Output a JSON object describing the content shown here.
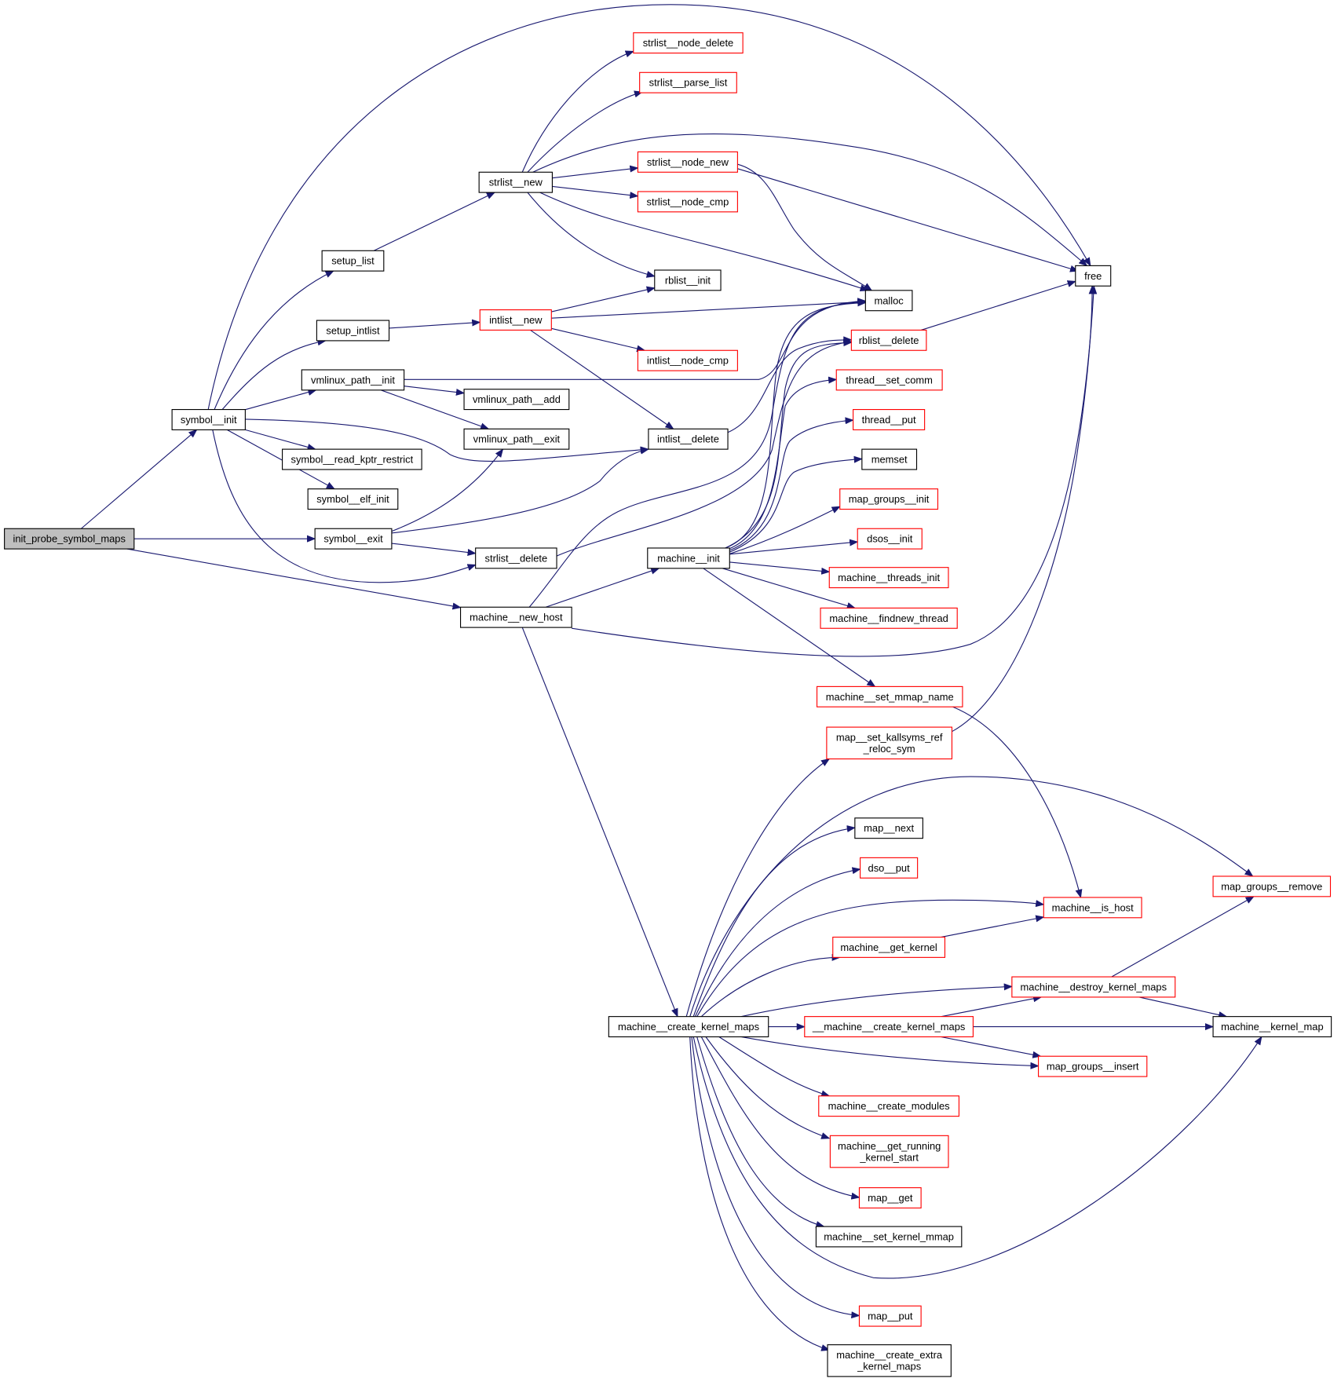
{
  "title": "init_probe_symbol_maps call graph",
  "colors": {
    "edge": "#191970",
    "internal_border": "#000000",
    "external_border": "#ff0000",
    "root_fill": "#bfbfbf"
  },
  "nodes": [
    {
      "id": "init_probe_symbol_maps",
      "label": [
        "init_probe_symbol_maps"
      ],
      "kind": "root"
    },
    {
      "id": "symbol__init",
      "label": [
        "symbol__init"
      ],
      "kind": "internal"
    },
    {
      "id": "setup_list",
      "label": [
        "setup_list"
      ],
      "kind": "internal"
    },
    {
      "id": "setup_intlist",
      "label": [
        "setup_intlist"
      ],
      "kind": "internal"
    },
    {
      "id": "vmlinux_path__init",
      "label": [
        "vmlinux_path__init"
      ],
      "kind": "internal"
    },
    {
      "id": "symbol__read_kptr_restrict",
      "label": [
        "symbol__read_kptr_restrict"
      ],
      "kind": "internal"
    },
    {
      "id": "symbol__elf_init",
      "label": [
        "symbol__elf_init"
      ],
      "kind": "internal"
    },
    {
      "id": "symbol__exit",
      "label": [
        "symbol__exit"
      ],
      "kind": "internal"
    },
    {
      "id": "machine__new_host",
      "label": [
        "machine__new_host"
      ],
      "kind": "internal"
    },
    {
      "id": "strlist__new",
      "label": [
        "strlist__new"
      ],
      "kind": "internal"
    },
    {
      "id": "intlist__new",
      "label": [
        "intlist__new"
      ],
      "kind": "external"
    },
    {
      "id": "vmlinux_path__add",
      "label": [
        "vmlinux_path__add"
      ],
      "kind": "internal"
    },
    {
      "id": "vmlinux_path__exit",
      "label": [
        "vmlinux_path__exit"
      ],
      "kind": "internal"
    },
    {
      "id": "strlist__delete",
      "label": [
        "strlist__delete"
      ],
      "kind": "internal"
    },
    {
      "id": "strlist__node_delete",
      "label": [
        "strlist__node_delete"
      ],
      "kind": "external"
    },
    {
      "id": "strlist__parse_list",
      "label": [
        "strlist__parse_list"
      ],
      "kind": "external"
    },
    {
      "id": "strlist__node_new",
      "label": [
        "strlist__node_new"
      ],
      "kind": "external"
    },
    {
      "id": "strlist__node_cmp",
      "label": [
        "strlist__node_cmp"
      ],
      "kind": "external"
    },
    {
      "id": "rblist__init",
      "label": [
        "rblist__init"
      ],
      "kind": "internal"
    },
    {
      "id": "intlist__node_cmp",
      "label": [
        "intlist__node_cmp"
      ],
      "kind": "external"
    },
    {
      "id": "intlist__delete",
      "label": [
        "intlist__delete"
      ],
      "kind": "internal"
    },
    {
      "id": "machine__init",
      "label": [
        "machine__init"
      ],
      "kind": "internal"
    },
    {
      "id": "machine__create_kernel_maps",
      "label": [
        "machine__create_kernel_maps"
      ],
      "kind": "internal"
    },
    {
      "id": "free",
      "label": [
        "free"
      ],
      "kind": "internal"
    },
    {
      "id": "malloc",
      "label": [
        "malloc"
      ],
      "kind": "internal"
    },
    {
      "id": "rblist__delete",
      "label": [
        "rblist__delete"
      ],
      "kind": "external"
    },
    {
      "id": "thread__set_comm",
      "label": [
        "thread__set_comm"
      ],
      "kind": "external"
    },
    {
      "id": "thread__put",
      "label": [
        "thread__put"
      ],
      "kind": "external"
    },
    {
      "id": "memset",
      "label": [
        "memset"
      ],
      "kind": "internal"
    },
    {
      "id": "map_groups__init",
      "label": [
        "map_groups__init"
      ],
      "kind": "external"
    },
    {
      "id": "dsos__init",
      "label": [
        "dsos__init"
      ],
      "kind": "external"
    },
    {
      "id": "machine__threads_init",
      "label": [
        "machine__threads_init"
      ],
      "kind": "external"
    },
    {
      "id": "machine__findnew_thread",
      "label": [
        "machine__findnew_thread"
      ],
      "kind": "external"
    },
    {
      "id": "machine__set_mmap_name",
      "label": [
        "machine__set_mmap_name"
      ],
      "kind": "external"
    },
    {
      "id": "map__set_kallsyms_ref_reloc_sym",
      "label": [
        "map__set_kallsyms_ref",
        "_reloc_sym"
      ],
      "kind": "external"
    },
    {
      "id": "map__next",
      "label": [
        "map__next"
      ],
      "kind": "internal"
    },
    {
      "id": "dso__put",
      "label": [
        "dso__put"
      ],
      "kind": "external"
    },
    {
      "id": "machine__is_host",
      "label": [
        "machine__is_host"
      ],
      "kind": "external"
    },
    {
      "id": "machine__get_kernel",
      "label": [
        "machine__get_kernel"
      ],
      "kind": "external"
    },
    {
      "id": "machine__destroy_kernel_maps",
      "label": [
        "machine__destroy_kernel_maps"
      ],
      "kind": "external"
    },
    {
      "id": "__machine__create_kernel_maps",
      "label": [
        "__machine__create_kernel_maps"
      ],
      "kind": "external"
    },
    {
      "id": "map_groups__insert",
      "label": [
        "map_groups__insert"
      ],
      "kind": "external"
    },
    {
      "id": "map_groups__remove",
      "label": [
        "map_groups__remove"
      ],
      "kind": "external"
    },
    {
      "id": "machine__kernel_map",
      "label": [
        "machine__kernel_map"
      ],
      "kind": "internal"
    },
    {
      "id": "machine__create_modules",
      "label": [
        "machine__create_modules"
      ],
      "kind": "external"
    },
    {
      "id": "machine__get_running_kernel_start",
      "label": [
        "machine__get_running",
        "_kernel_start"
      ],
      "kind": "external"
    },
    {
      "id": "map__get",
      "label": [
        "map__get"
      ],
      "kind": "external"
    },
    {
      "id": "machine__set_kernel_mmap",
      "label": [
        "machine__set_kernel_mmap"
      ],
      "kind": "internal"
    },
    {
      "id": "map__put",
      "label": [
        "map__put"
      ],
      "kind": "external"
    },
    {
      "id": "machine__create_extra_kernel_maps",
      "label": [
        "machine__create_extra",
        "_kernel_maps"
      ],
      "kind": "internal"
    }
  ],
  "edges": [
    [
      "init_probe_symbol_maps",
      "symbol__init"
    ],
    [
      "init_probe_symbol_maps",
      "symbol__exit"
    ],
    [
      "init_probe_symbol_maps",
      "machine__new_host"
    ],
    [
      "symbol__init",
      "free"
    ],
    [
      "symbol__init",
      "setup_list"
    ],
    [
      "symbol__init",
      "setup_intlist"
    ],
    [
      "symbol__init",
      "vmlinux_path__init"
    ],
    [
      "symbol__init",
      "intlist__delete"
    ],
    [
      "symbol__init",
      "symbol__read_kptr_restrict"
    ],
    [
      "symbol__init",
      "symbol__elf_init"
    ],
    [
      "symbol__init",
      "strlist__delete"
    ],
    [
      "setup_list",
      "strlist__new"
    ],
    [
      "setup_intlist",
      "intlist__new"
    ],
    [
      "vmlinux_path__init",
      "malloc"
    ],
    [
      "vmlinux_path__init",
      "vmlinux_path__add"
    ],
    [
      "vmlinux_path__init",
      "vmlinux_path__exit"
    ],
    [
      "symbol__exit",
      "vmlinux_path__exit"
    ],
    [
      "symbol__exit",
      "intlist__delete"
    ],
    [
      "symbol__exit",
      "strlist__delete"
    ],
    [
      "strlist__new",
      "strlist__node_delete"
    ],
    [
      "strlist__new",
      "strlist__parse_list"
    ],
    [
      "strlist__new",
      "free"
    ],
    [
      "strlist__new",
      "strlist__node_new"
    ],
    [
      "strlist__new",
      "strlist__node_cmp"
    ],
    [
      "strlist__new",
      "rblist__init"
    ],
    [
      "strlist__new",
      "malloc"
    ],
    [
      "strlist__node_new",
      "malloc"
    ],
    [
      "strlist__node_new",
      "free"
    ],
    [
      "intlist__new",
      "rblist__init"
    ],
    [
      "intlist__new",
      "malloc"
    ],
    [
      "intlist__new",
      "intlist__node_cmp"
    ],
    [
      "intlist__new",
      "intlist__delete"
    ],
    [
      "intlist__delete",
      "rblist__delete"
    ],
    [
      "strlist__delete",
      "rblist__delete"
    ],
    [
      "rblist__delete",
      "free"
    ],
    [
      "machine__new_host",
      "malloc"
    ],
    [
      "machine__new_host",
      "machine__init"
    ],
    [
      "machine__new_host",
      "free"
    ],
    [
      "machine__new_host",
      "machine__create_kernel_maps"
    ],
    [
      "machine__init",
      "malloc"
    ],
    [
      "machine__init",
      "rblist__delete"
    ],
    [
      "machine__init",
      "thread__set_comm"
    ],
    [
      "machine__init",
      "thread__put"
    ],
    [
      "machine__init",
      "memset"
    ],
    [
      "machine__init",
      "map_groups__init"
    ],
    [
      "machine__init",
      "dsos__init"
    ],
    [
      "machine__init",
      "machine__threads_init"
    ],
    [
      "machine__init",
      "machine__findnew_thread"
    ],
    [
      "machine__init",
      "machine__set_mmap_name"
    ],
    [
      "machine__set_mmap_name",
      "machine__is_host"
    ],
    [
      "map__set_kallsyms_ref_reloc_sym",
      "free"
    ],
    [
      "machine__create_kernel_maps",
      "map__set_kallsyms_ref_reloc_sym"
    ],
    [
      "machine__create_kernel_maps",
      "map_groups__remove"
    ],
    [
      "machine__create_kernel_maps",
      "map__next"
    ],
    [
      "machine__create_kernel_maps",
      "dso__put"
    ],
    [
      "machine__create_kernel_maps",
      "machine__is_host"
    ],
    [
      "machine__create_kernel_maps",
      "machine__get_kernel"
    ],
    [
      "machine__create_kernel_maps",
      "machine__destroy_kernel_maps"
    ],
    [
      "machine__create_kernel_maps",
      "__machine__create_kernel_maps"
    ],
    [
      "machine__create_kernel_maps",
      "map_groups__insert"
    ],
    [
      "machine__create_kernel_maps",
      "machine__create_modules"
    ],
    [
      "machine__create_kernel_maps",
      "machine__get_running_kernel_start"
    ],
    [
      "machine__create_kernel_maps",
      "map__get"
    ],
    [
      "machine__create_kernel_maps",
      "machine__set_kernel_mmap"
    ],
    [
      "machine__create_kernel_maps",
      "machine__kernel_map"
    ],
    [
      "machine__create_kernel_maps",
      "map__put"
    ],
    [
      "machine__create_kernel_maps",
      "machine__create_extra_kernel_maps"
    ],
    [
      "machine__get_kernel",
      "machine__is_host"
    ],
    [
      "machine__destroy_kernel_maps",
      "map_groups__remove"
    ],
    [
      "machine__destroy_kernel_maps",
      "machine__kernel_map"
    ],
    [
      "__machine__create_kernel_maps",
      "machine__destroy_kernel_maps"
    ],
    [
      "__machine__create_kernel_maps",
      "machine__kernel_map"
    ],
    [
      "__machine__create_kernel_maps",
      "map_groups__insert"
    ]
  ]
}
